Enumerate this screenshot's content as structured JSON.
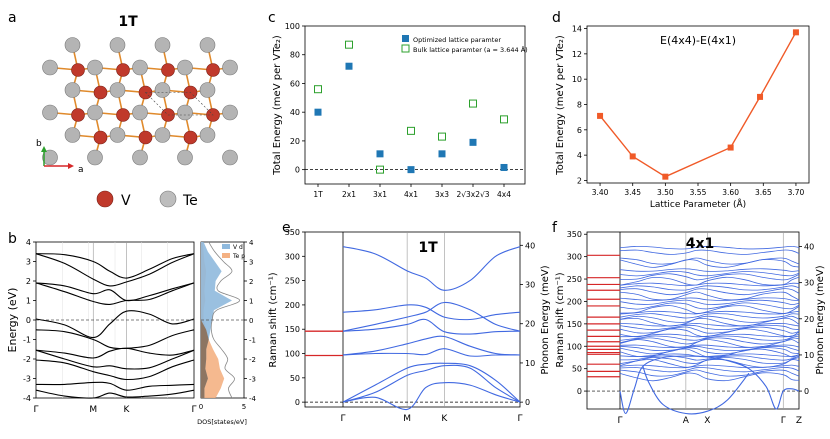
{
  "panel_letters": {
    "a": "a",
    "b": "b",
    "c": "c",
    "d": "d",
    "e": "e",
    "f": "f"
  },
  "structure": {
    "title": "1T",
    "axis_b": "b",
    "axis_a": "a",
    "legend_v": "V",
    "legend_te": "Te",
    "colors": {
      "v_atom": "#c0392b",
      "te_atom": "#b4b4b4",
      "bond": "#e08a2c"
    }
  },
  "chart_data": [
    {
      "id": "c",
      "type": "scatter",
      "categories": [
        "1T",
        "2x1",
        "3x1",
        "4x1",
        "3x3",
        "2√3x2√3",
        "4x4"
      ],
      "series": [
        {
          "name": "Optimized lattice paramter",
          "marker": "filled-square",
          "color": "#1f77b4",
          "values": [
            40,
            72,
            11,
            0,
            11,
            19,
            1.5
          ]
        },
        {
          "name": "Bulk lattice paramter (a = 3.644 Å)",
          "marker": "open-square",
          "color": "#2ca02c",
          "values": [
            56,
            87,
            0,
            27,
            23,
            46,
            35
          ]
        }
      ],
      "ylabel": "Total Energy (meV per VTe₂)",
      "ylim": [
        -10,
        100
      ],
      "yticks": [
        0,
        20,
        40,
        60,
        80,
        100
      ],
      "zero_line": "dashed",
      "legend_position": "top-right"
    },
    {
      "id": "d",
      "type": "line",
      "title": "E(4x4)-E(4x1)",
      "x": [
        3.4,
        3.45,
        3.5,
        3.6,
        3.645,
        3.7
      ],
      "y": [
        7.1,
        3.9,
        2.3,
        4.6,
        8.6,
        13.7
      ],
      "color": "#f05a28",
      "xlabel": "Lattice Parameter (Å)",
      "ylabel": "Total Energy (meV per VTe₂)",
      "xlim": [
        3.38,
        3.72
      ],
      "ylim": [
        1.8,
        14.2
      ],
      "xticks": [
        3.4,
        3.45,
        3.5,
        3.55,
        3.6,
        3.65,
        3.7
      ],
      "yticks": [
        2,
        4,
        6,
        8,
        10,
        12,
        14
      ]
    },
    {
      "id": "b",
      "type": "line",
      "subtype": "band-structure",
      "ylabel": "Energy (eV)",
      "ylim": [
        -4,
        4
      ],
      "yticks": [
        -4,
        -3,
        -2,
        -1,
        0,
        1,
        2,
        3,
        4
      ],
      "kpath": [
        "Γ",
        "M",
        "K",
        "Γ"
      ],
      "kpos": [
        0,
        0.5,
        0.79,
        1.38
      ],
      "fermi_line": "dashed",
      "bands": [
        [
          3.4,
          3.35,
          3.0,
          2.5,
          2.15,
          2.6,
          3.15,
          3.4
        ],
        [
          3.4,
          2.9,
          2.1,
          1.75,
          1.95,
          2.35,
          2.95,
          3.4
        ],
        [
          1.9,
          1.75,
          1.35,
          1.55,
          1.0,
          1.25,
          1.6,
          1.9
        ],
        [
          1.9,
          1.45,
          0.95,
          0.8,
          1.0,
          1.05,
          1.5,
          1.9
        ],
        [
          0.05,
          -0.25,
          -0.9,
          -0.2,
          0.45,
          0.3,
          -0.2,
          0.05
        ],
        [
          -0.5,
          -0.6,
          -1.0,
          -1.4,
          -1.45,
          -1.3,
          -0.8,
          -0.5
        ],
        [
          -1.55,
          -1.7,
          -1.95,
          -1.6,
          -1.45,
          -1.7,
          -1.8,
          -1.55
        ],
        [
          -1.55,
          -2.0,
          -2.4,
          -2.35,
          -2.5,
          -2.45,
          -2.0,
          -1.55
        ],
        [
          -2.05,
          -2.2,
          -2.65,
          -2.85,
          -3.05,
          -2.9,
          -2.4,
          -2.05
        ],
        [
          -3.3,
          -3.3,
          -3.2,
          -3.25,
          -3.6,
          -3.4,
          -3.35,
          -3.3
        ],
        [
          -3.6,
          -3.9,
          -4.0,
          -3.75,
          -3.95,
          -3.9,
          -3.8,
          -3.6
        ]
      ]
    },
    {
      "id": "b-dos",
      "type": "area",
      "xlabel": "DOS[states/eV]",
      "xlim": [
        0,
        5
      ],
      "xticks": [
        0,
        5
      ],
      "ylim": [
        -4,
        4
      ],
      "yticks": [
        -4,
        -3,
        -2,
        -1,
        0,
        1,
        2,
        3,
        4
      ],
      "legend": [
        "V d",
        "Te p"
      ],
      "legend_position": "top-right",
      "colors": {
        "v_d": "#8fb9dd",
        "te_p": "#f4b183",
        "total": "#888888",
        "overlap": "#8c6e55"
      },
      "e": [
        -4,
        -3.5,
        -3,
        -2.5,
        -2,
        -1.5,
        -1,
        -0.5,
        0,
        0.5,
        1,
        1.5,
        2,
        2.5,
        3,
        3.5,
        4
      ],
      "total": [
        3.6,
        3.2,
        3.9,
        2.8,
        3.1,
        2.4,
        1.5,
        1.2,
        1.3,
        1.8,
        4.5,
        2.0,
        2.3,
        3.6,
        2.6,
        1.6,
        0.9
      ],
      "v_d": [
        0.4,
        0.4,
        0.8,
        0.5,
        0.6,
        0.6,
        0.9,
        1.1,
        1.3,
        1.5,
        3.6,
        1.6,
        1.7,
        2.4,
        1.6,
        0.8,
        0.3
      ],
      "te_p": [
        1.7,
        2.3,
        2.7,
        2.2,
        2.0,
        1.4,
        0.9,
        0.6,
        0.3,
        0.3,
        0.5,
        0.4,
        0.5,
        0.6,
        0.4,
        0.3,
        0.2
      ]
    },
    {
      "id": "e",
      "type": "line",
      "subtype": "phonon-dispersion",
      "title": "1T",
      "ylabel": "Raman shift (cm⁻¹)",
      "y2label": "Phonon Energy (meV)",
      "ylim": [
        -10,
        350
      ],
      "yticks": [
        0,
        50,
        100,
        150,
        200,
        250,
        300,
        350
      ],
      "y2ticks": [
        0,
        10,
        20,
        30,
        40
      ],
      "kpath": [
        "Γ",
        "M",
        "K",
        "Γ"
      ],
      "kpos": [
        0,
        0.5,
        0.79,
        1.38
      ],
      "raman_lines": [
        146,
        96
      ],
      "raman_color": "#d62728",
      "branch_color": "#4169e1",
      "branches": [
        [
          0,
          35,
          70,
          78,
          80,
          75,
          45,
          0
        ],
        [
          0,
          20,
          55,
          65,
          75,
          70,
          30,
          0
        ],
        [
          0,
          10,
          -15,
          30,
          40,
          35,
          15,
          0
        ],
        [
          97,
          100,
          100,
          98,
          110,
          95,
          97,
          97
        ],
        [
          97,
          105,
          120,
          130,
          135,
          115,
          100,
          97
        ],
        [
          146,
          150,
          160,
          170,
          145,
          140,
          145,
          146
        ],
        [
          146,
          160,
          175,
          185,
          205,
          190,
          160,
          146
        ],
        [
          185,
          190,
          200,
          195,
          175,
          170,
          180,
          185
        ],
        [
          320,
          305,
          270,
          255,
          230,
          250,
          300,
          320
        ]
      ]
    },
    {
      "id": "f",
      "type": "line",
      "subtype": "phonon-dispersion",
      "title": "4x1",
      "ylabel": "Raman shift (cm⁻¹)",
      "y2label": "Phonon Energy (meV)",
      "ylim": [
        -40,
        355
      ],
      "yticks": [
        0,
        50,
        100,
        150,
        200,
        250,
        300,
        350
      ],
      "y2ticks": [
        0,
        10,
        20,
        30,
        40
      ],
      "kpath": [
        "Γ",
        "A",
        "X",
        "Γ",
        "Z"
      ],
      "kpos": [
        0,
        0.46,
        0.61,
        1.14,
        1.25
      ],
      "raman_lines": [
        303,
        253,
        238,
        225,
        205,
        190,
        165,
        150,
        136,
        122,
        110,
        100,
        93,
        86,
        82,
        60,
        44,
        32
      ],
      "raman_color": "#d62728",
      "branch_color": "#4169e1",
      "dense_levels": [
        320,
        310,
        290,
        285,
        270,
        262,
        255,
        245,
        238,
        230,
        222,
        212,
        205,
        198,
        190,
        182,
        175,
        168,
        160,
        154,
        148,
        142,
        136,
        130,
        124,
        118,
        112,
        106,
        100,
        95,
        90,
        85,
        80,
        74,
        68,
        62,
        55,
        48,
        40,
        32
      ],
      "acoustic_dip": -50
    }
  ]
}
